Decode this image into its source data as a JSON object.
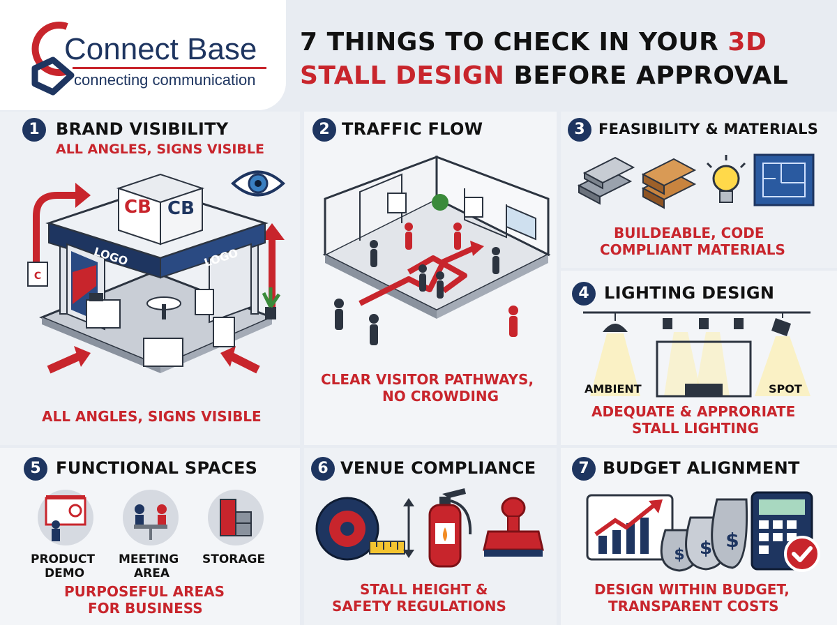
{
  "brand": {
    "name": "Connect Base",
    "tagline": "connecting communication"
  },
  "header": {
    "title_line1_a": "7 THINGS TO CHECK IN YOUR ",
    "title_line1_b": "3D",
    "title_line2_a": "STALL DESIGN",
    "title_line2_b": " BEFORE APPROVAL"
  },
  "sections": [
    {
      "num": "1",
      "title": "BRAND VISIBILITY",
      "subtitle": "ALL ANGLES, SIGNS VISIBLE",
      "caption": "ALL ANGLES, SIGNS VISIBLE",
      "booth_logo_1": "CB",
      "booth_logo_2": "CB",
      "banner_1": "LOGO",
      "banner_2": "LOGO"
    },
    {
      "num": "2",
      "title": "TRAFFIC FLOW",
      "caption_line1": "CLEAR VISITOR PATHWAYS,",
      "caption_line2": "NO CROWDING"
    },
    {
      "num": "3",
      "title": "FEASIBILITY & MATERIALS",
      "caption_line1": "BUILDEABLE, CODE",
      "caption_line2": "COMPLIANT MATERIALS"
    },
    {
      "num": "4",
      "title": "LIGHTING DESIGN",
      "label_left": "AMBIENT",
      "label_right": "SPOT",
      "caption_line1": "ADEQUATE & APPRORIATE",
      "caption_line2": "STALL LIGHTING"
    },
    {
      "num": "5",
      "title": "FUNCTIONAL SPACES",
      "items": [
        {
          "line1": "PRODUCT",
          "line2": "DEMO"
        },
        {
          "line1": "MEETING",
          "line2": "AREA"
        },
        {
          "line1": "STORAGE",
          "line2": ""
        }
      ],
      "caption_line1": "PURPOSEFUL AREAS",
      "caption_line2": "FOR BUSINESS"
    },
    {
      "num": "6",
      "title": "VENUE COMPLIANCE",
      "caption_line1": "STALL HEIGHT &",
      "caption_line2": "SAFETY REGULATIONS"
    },
    {
      "num": "7",
      "title": "BUDGET ALIGNMENT",
      "caption_line1": "DESIGN WITHIN BUDGET,",
      "caption_line2": "TRANSPARENT COSTS"
    }
  ],
  "colors": {
    "navy": "#1e3560",
    "red": "#c8252c",
    "panel": "#eef1f5"
  },
  "icons": [
    "logo-rings-icon",
    "eye-icon",
    "booth-icon",
    "floorplan-icon",
    "metal-sheet-icon",
    "wood-icon",
    "lightbulb-icon",
    "blueprint-icon",
    "spotlight-icon",
    "presentation-icon",
    "meeting-icon",
    "storage-icon",
    "tape-measure-icon",
    "height-arrow-icon",
    "fire-extinguisher-icon",
    "stamp-icon",
    "growth-chart-icon",
    "money-bag-icon",
    "calculator-icon",
    "check-icon"
  ]
}
